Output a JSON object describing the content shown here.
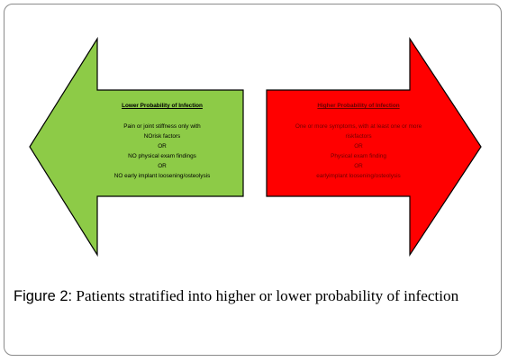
{
  "left_arrow": {
    "heading": "Lower Probability of Infection",
    "lines": [
      "Pain or joint stiffness only with",
      "NOrisk factors",
      "OR",
      "NO physical exam findings",
      "OR",
      "NO early implant loosening/osteolysis"
    ],
    "fill_color": "#8dcb47"
  },
  "right_arrow": {
    "heading": "Higher Probability of Infection",
    "lines": [
      "One or more symptoms, with at least one or more",
      "riskfactors",
      "OR",
      "Physical exam finding",
      "OR",
      "earlyimplant loosening/osteolysis"
    ],
    "fill_color": "#ff0000"
  },
  "caption": {
    "label": "Figure 2:",
    "text": "Patients stratified into higher or lower probability of infection"
  }
}
